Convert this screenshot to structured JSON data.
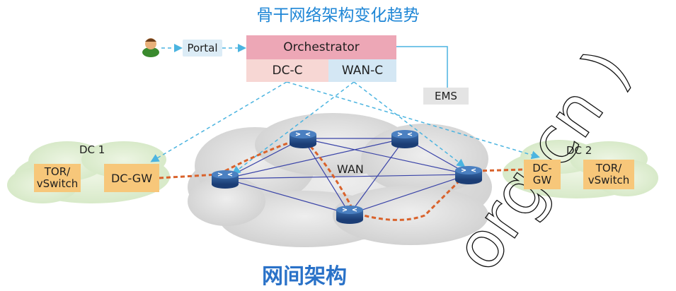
{
  "title": "骨干网络架构变化趋势",
  "subtitle": "网间架构",
  "controller": {
    "portal": "Portal",
    "orchestrator": "Orchestrator",
    "dc_c": "DC-C",
    "wan_c": "WAN-C",
    "ems": "EMS"
  },
  "dc1": {
    "label": "DC 1",
    "tor": "TOR/\nvSwitch",
    "gw": "DC-GW"
  },
  "dc2": {
    "label": "DC 2",
    "gw": "DC-\nGW",
    "tor": "TOR/\nvSwitch"
  },
  "wan": {
    "label": "WAN"
  },
  "watermark": "org.cn )",
  "colors": {
    "title": "#1e86d6",
    "subtitle": "#2a72c8",
    "orchestrator": "#eda7b6",
    "dc_c": "#f7d7d4",
    "wan_c": "#d4e7f4",
    "box": "#f7c77a",
    "dashed_control": "#4bb4e0",
    "dashed_path": "#d9622b",
    "mesh": "#3a44a8"
  },
  "icons": [
    "user-icon",
    "router-icon"
  ]
}
